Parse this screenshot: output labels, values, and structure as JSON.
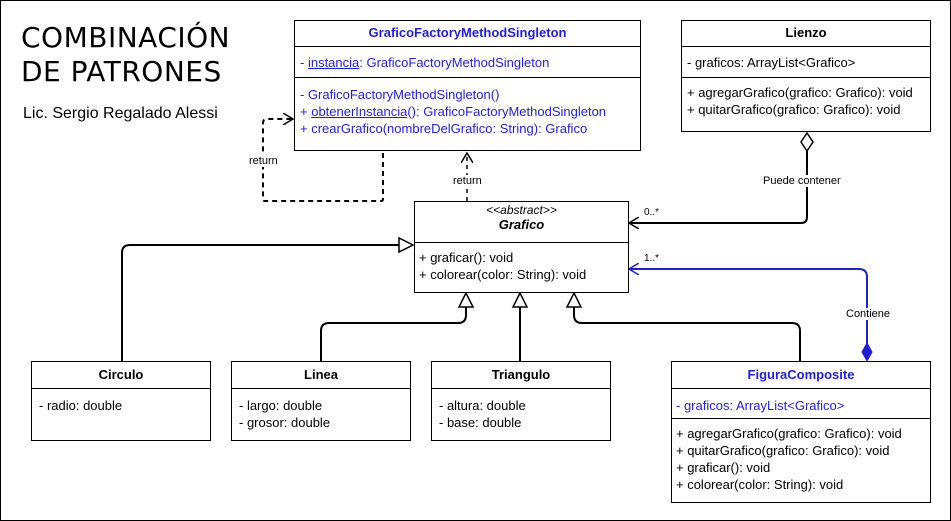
{
  "header": {
    "title_line1": "COMBINACIÓN",
    "title_line2": "DE PATRONES",
    "author": "Lic. Sergio Regalado Alessi"
  },
  "classes": {
    "factory": {
      "name": "GraficoFactoryMethodSingleton",
      "attr1_vis": "- ",
      "attr1_name": "instancia",
      "attr1_type": ": GraficoFactoryMethodSingleton",
      "op1": "- GraficoFactoryMethodSingleton()",
      "op2_vis": "+ ",
      "op2_name": "obtenerInstancia",
      "op2_rest": "(): GraficoFactoryMethodSingleton",
      "op3": "+ crearGrafico(nombreDelGrafico: String): Grafico"
    },
    "lienzo": {
      "name": "Lienzo",
      "attr1": "- graficos: ArrayList<Grafico>",
      "op1": "+ agregarGrafico(grafico: Grafico): void",
      "op2": "+ quitarGrafico(grafico: Grafico): void"
    },
    "grafico": {
      "stereotype": "<<abstract>>",
      "name": "Grafico",
      "op1": "+ graficar(): void",
      "op2": "+ colorear(color: String): void"
    },
    "circulo": {
      "name": "Circulo",
      "attr1": "- radio: double"
    },
    "linea": {
      "name": "Linea",
      "attr1": "- largo: double",
      "attr2": "- grosor: double"
    },
    "triangulo": {
      "name": "Triangulo",
      "attr1": "- altura: double",
      "attr2": "- base: double"
    },
    "composite": {
      "name": "FiguraComposite",
      "attr1": "- graficos: ArrayList<Grafico>",
      "op1": "+ agregarGrafico(grafico: Grafico): void",
      "op2": "+ quitarGrafico(grafico: Grafico): void",
      "op3": "+ graficar(): void",
      "op4": "+ colorear(color: String): void"
    }
  },
  "relations": {
    "self_return": "return",
    "grafico_return": "return",
    "lienzo_label": "Puede contener",
    "lienzo_mult": "0..*",
    "composite_label": "Contiene",
    "composite_mult": "1..*"
  },
  "colors": {
    "blue": "#1f1fd6",
    "black": "#000000"
  }
}
